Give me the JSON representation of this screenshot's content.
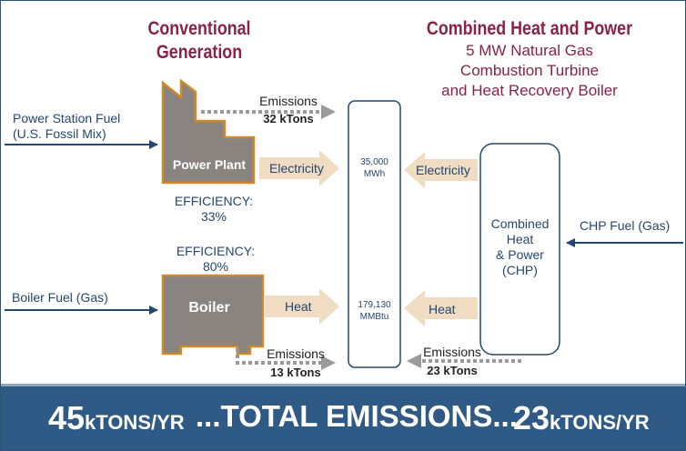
{
  "colors": {
    "maroon": "#8a2248",
    "navy": "#25476f",
    "plant_fill": "#8a8480",
    "plant_stroke": "#d08a2c",
    "arrow_beige": "#efdcc3",
    "footer_bg": "#2f5a86"
  },
  "conventional": {
    "title_line1": "Conventional",
    "title_line2": "Generation",
    "power_station_fuel_line1": "Power Station Fuel",
    "power_station_fuel_line2": "(U.S. Fossil Mix)",
    "power_plant_label": "Power Plant",
    "power_plant_emissions_label": "Emissions",
    "power_plant_emissions_value": "32 kTons",
    "electricity_label": "Electricity",
    "efficiency_label_1": "EFFICIENCY:",
    "efficiency_value_1": "33%",
    "efficiency_label_2": "EFFICIENCY:",
    "efficiency_value_2": "80%",
    "boiler_fuel_label": "Boiler Fuel (Gas)",
    "boiler_label": "Boiler",
    "heat_label": "Heat",
    "boiler_emissions_label": "Emissions",
    "boiler_emissions_value": "13 kTons"
  },
  "demand": {
    "electricity_value": "35,000",
    "electricity_unit": "MWh",
    "heat_value": "179,130",
    "heat_unit": "MMBtu"
  },
  "chp": {
    "title": "Combined Heat and Power",
    "subtitle_line1": "5 MW Natural Gas",
    "subtitle_line2": "Combustion Turbine",
    "subtitle_line3": "and Heat Recovery Boiler",
    "electricity_label": "Electricity",
    "heat_label": "Heat",
    "box_line1": "Combined",
    "box_line2": "Heat",
    "box_line3": "& Power",
    "box_line4": "(CHP)",
    "fuel_label": "CHP Fuel (Gas)",
    "emissions_label": "Emissions",
    "emissions_value": "23 kTons"
  },
  "footer": {
    "left_value": "45",
    "left_unit": "kTONS/YR",
    "middle_text": "...TOTAL EMISSIONS...",
    "right_value": "23",
    "right_unit": "kTONS/YR"
  }
}
